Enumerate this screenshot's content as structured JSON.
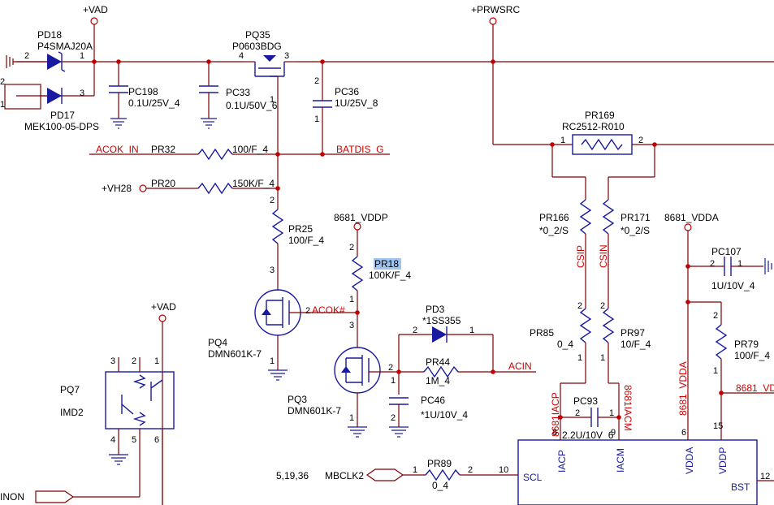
{
  "nets": {
    "vad_top": "+VAD",
    "prwsrc": "+PRWSRC",
    "acok_in": "ACOK_IN",
    "batdis_g": "BATDIS_G",
    "vh28": "+VH28",
    "vddp": "8681_VDDP",
    "vdda": "8681_VDDA",
    "acok_n": "ACOK#",
    "acin": "ACIN",
    "vad_mid": "+VAD",
    "csip": "CSIP",
    "csin": "CSIN",
    "iacp": "8681IACP",
    "iacm": "8681IACM",
    "vdda_vert": "8681_VDDA",
    "vd_right": "8681_VD",
    "mbclk2": "MBCLK2",
    "mbclk_refs": "5,19,36",
    "inon": "INON"
  },
  "parts": {
    "pd18": {
      "ref": "PD18",
      "value": "P4SMAJ20A"
    },
    "pd17": {
      "ref": "PD17",
      "value": "MEK100-05-DPS"
    },
    "pq35": {
      "ref": "PQ35",
      "value": "P0603BDG"
    },
    "pc198": {
      "ref": "PC198",
      "value": "0.1U/25V_4"
    },
    "pc33": {
      "ref": "PC33",
      "value": "0.1U/50V_6"
    },
    "pc36": {
      "ref": "PC36",
      "value": "1U/25V_8"
    },
    "pr32": {
      "ref": "PR32",
      "value": "100/F_4"
    },
    "pr20": {
      "ref": "PR20",
      "value": "150K/F_4"
    },
    "pr25": {
      "ref": "PR25",
      "value": "100/F_4"
    },
    "pq4": {
      "ref": "PQ4",
      "value": "DMN601K-7"
    },
    "pr18": {
      "ref": "PR18",
      "value": "100K/F_4"
    },
    "pq3": {
      "ref": "PQ3",
      "value": "DMN601K-7"
    },
    "pd3": {
      "ref": "PD3",
      "value": "*1SS355"
    },
    "pr44": {
      "ref": "PR44",
      "value": "1M_4"
    },
    "pc46": {
      "ref": "PC46",
      "value": "*1U/10V_4"
    },
    "pq7": {
      "ref": "PQ7",
      "value": "IMD2"
    },
    "pr169": {
      "ref": "PR169",
      "value": "RC2512-R010"
    },
    "pr166": {
      "ref": "PR166",
      "value": "*0_2/S"
    },
    "pr171": {
      "ref": "PR171",
      "value": "*0_2/S"
    },
    "pr85": {
      "ref": "PR85",
      "value": "0_4"
    },
    "pr97": {
      "ref": "PR97",
      "value": "10/F_4"
    },
    "pc93": {
      "ref": "PC93",
      "value": "2.2U/10V_6"
    },
    "pc107": {
      "ref": "PC107",
      "value": "1U/10V_4"
    },
    "pr79": {
      "ref": "PR79",
      "value": "100/F_4"
    },
    "pr89": {
      "ref": "PR89",
      "value": "0_4"
    }
  },
  "ic": {
    "pins": {
      "iacp": "IACP",
      "iacm": "IACM",
      "vdda": "VDDA",
      "vddp": "VDDP",
      "scl": "SCL",
      "bst": "BST"
    },
    "pin_numbers": {
      "iacp": "8",
      "iacm": "9",
      "vdda": "6",
      "vddp": "15",
      "scl": "10",
      "bst": "12"
    }
  },
  "pin_numbers": {
    "p1": "1",
    "p2": "2",
    "p3": "3",
    "p4": "4",
    "p5": "5",
    "p6": "6"
  },
  "colors": {
    "wire": "#800000",
    "part": "#1a1aa0",
    "net_label": "#d00000",
    "pin_dot": "#c00000"
  }
}
